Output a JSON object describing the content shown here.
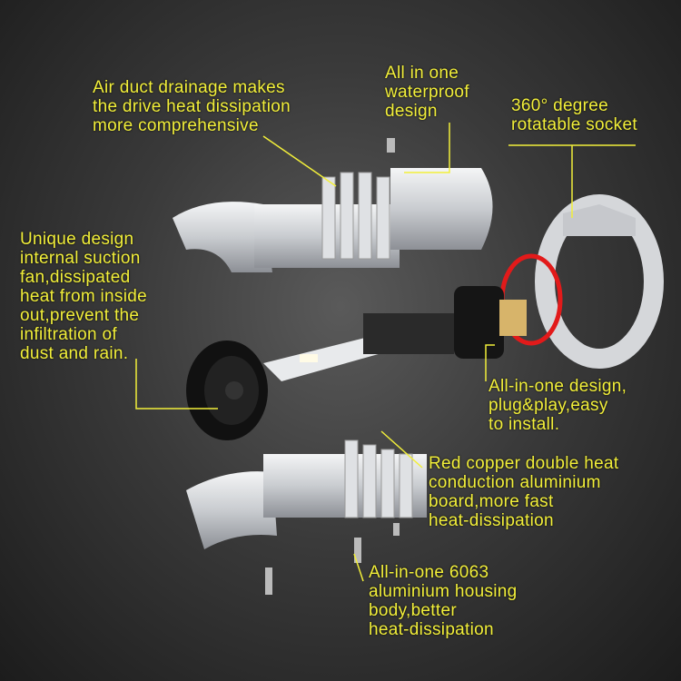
{
  "colors": {
    "text": "#f2ef3a",
    "leader": "#f2ef3a",
    "oring": "#e21a1a",
    "metal": "#cfd2d6"
  },
  "callouts": {
    "air_duct": "Air duct drainage makes\nthe drive heat dissipation\nmore comprehensive",
    "waterproof": "All in one\nwaterproof\ndesign",
    "socket": "360°  degree\nrotatable socket",
    "fan": "Unique design\ninternal suction\nfan,dissipated\nheat from inside\nout,prevent the\ninfiltration of\ndust and rain.",
    "plug": "All-in-one design,\nplug&play,easy\nto install.",
    "copper": "Red copper double heat\nconduction aluminium\nboard,more fast\nheat-dissipation",
    "housing": "All-in-one 6063\naluminium housing\nbody,better\nheat-dissipation"
  }
}
